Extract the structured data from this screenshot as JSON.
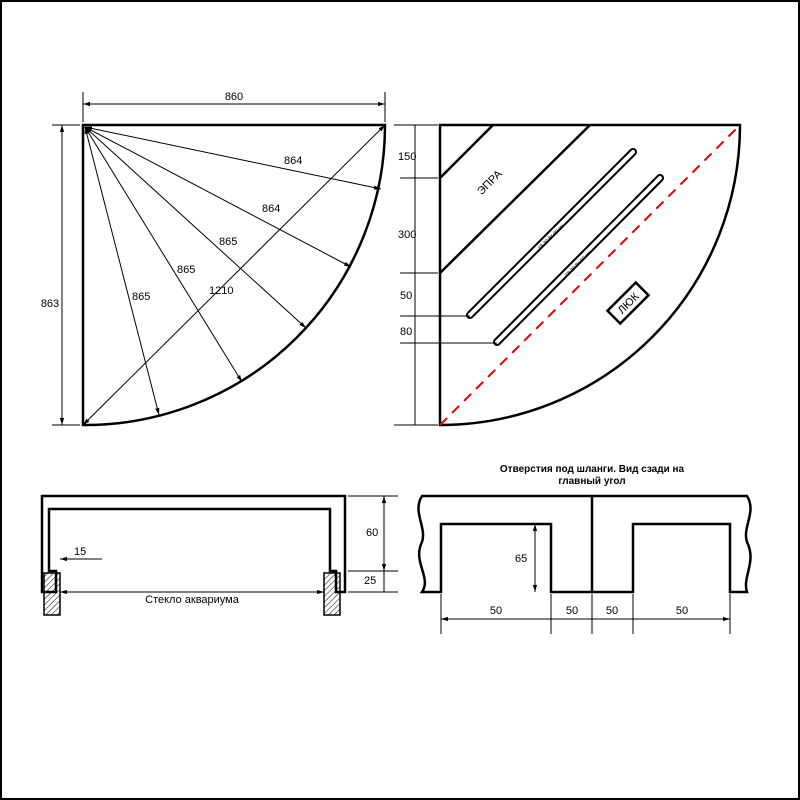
{
  "top_view": {
    "width": "860",
    "height": "863",
    "radii": [
      "864",
      "864",
      "865",
      "865",
      "865"
    ],
    "diagonal": "1210"
  },
  "layout_view": {
    "dims": [
      "150",
      "300",
      "50",
      "80"
    ],
    "ballast_label": "ЭПРА",
    "lamp_labels": [
      "T8 30 Вт 90 см",
      "T8 30 Вт 90 см"
    ],
    "hatch_label": "ЛЮК"
  },
  "profile_view": {
    "dims": [
      "60",
      "25",
      "15"
    ],
    "glass_label": "Стекло аквариума"
  },
  "back_view": {
    "title_line1": "Отверстия под шланги. Вид сзади на",
    "title_line2": "главный угол",
    "height": "65",
    "widths": [
      "50",
      "50",
      "50",
      "50"
    ]
  },
  "colors": {
    "axis_line": "#e00000"
  }
}
